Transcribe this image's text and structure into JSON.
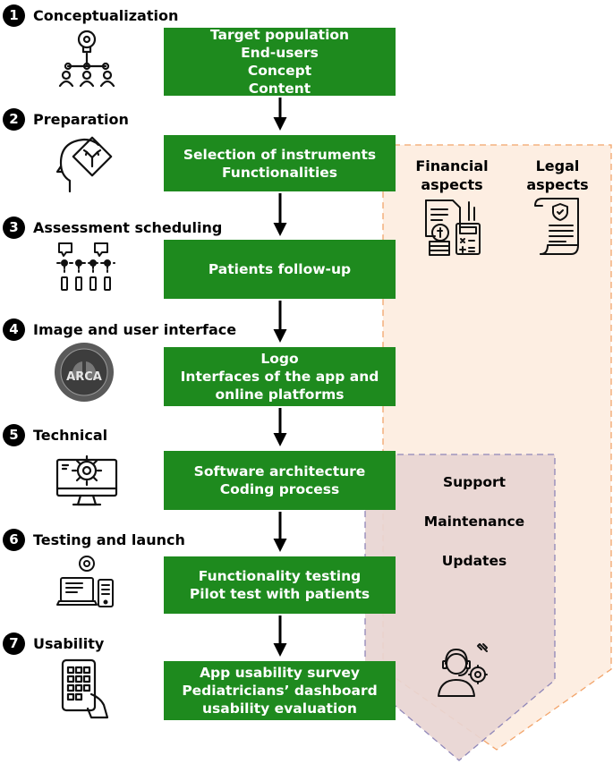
{
  "steps": [
    {
      "number": "1",
      "title": "Conceptualization",
      "icon": "idea-network-icon",
      "box_lines": [
        "Target population",
        "End-users",
        "Concept",
        "Content"
      ]
    },
    {
      "number": "2",
      "title": "Preparation",
      "icon": "head-decision-icon",
      "box_lines": [
        "Selection of instruments",
        "Functionalities"
      ]
    },
    {
      "number": "3",
      "title": "Assessment scheduling",
      "icon": "timeline-schedule-icon",
      "box_lines": [
        "Patients follow-up"
      ]
    },
    {
      "number": "4",
      "title": "Image and user interface",
      "icon": "arca-logo",
      "logo_text": "ARCA",
      "box_lines": [
        "Logo",
        "Interfaces of the app and",
        "online platforms"
      ]
    },
    {
      "number": "5",
      "title": "Technical",
      "icon": "computer-gear-icon",
      "box_lines": [
        "Software architecture",
        "Coding process"
      ]
    },
    {
      "number": "6",
      "title": "Testing and launch",
      "icon": "devices-icon",
      "box_lines": [
        "Functionality testing",
        "Pilot test with patients"
      ]
    },
    {
      "number": "7",
      "title": "Usability",
      "icon": "touch-phone-icon",
      "box_lines": [
        "App  usability survey",
        "Pediatricians’ dashboard",
        "usability evaluation"
      ]
    }
  ],
  "side_panel": {
    "color": "#fdeee2",
    "border_color": "#f2a46a",
    "financial": {
      "label_lines": [
        "Financial",
        "aspects"
      ],
      "icon": "finance-calculator-icon"
    },
    "legal": {
      "label_lines": [
        "Legal",
        "aspects"
      ],
      "icon": "legal-document-icon"
    }
  },
  "support_panel": {
    "color": "#e8d5d2",
    "border_color": "#8f86b8",
    "items": [
      "Support",
      "Maintenance",
      "Updates"
    ],
    "icon": "support-agent-icon"
  },
  "colors": {
    "box_green": "#1e8a1e",
    "number_badge": "#000000",
    "arrow": "#000000"
  }
}
